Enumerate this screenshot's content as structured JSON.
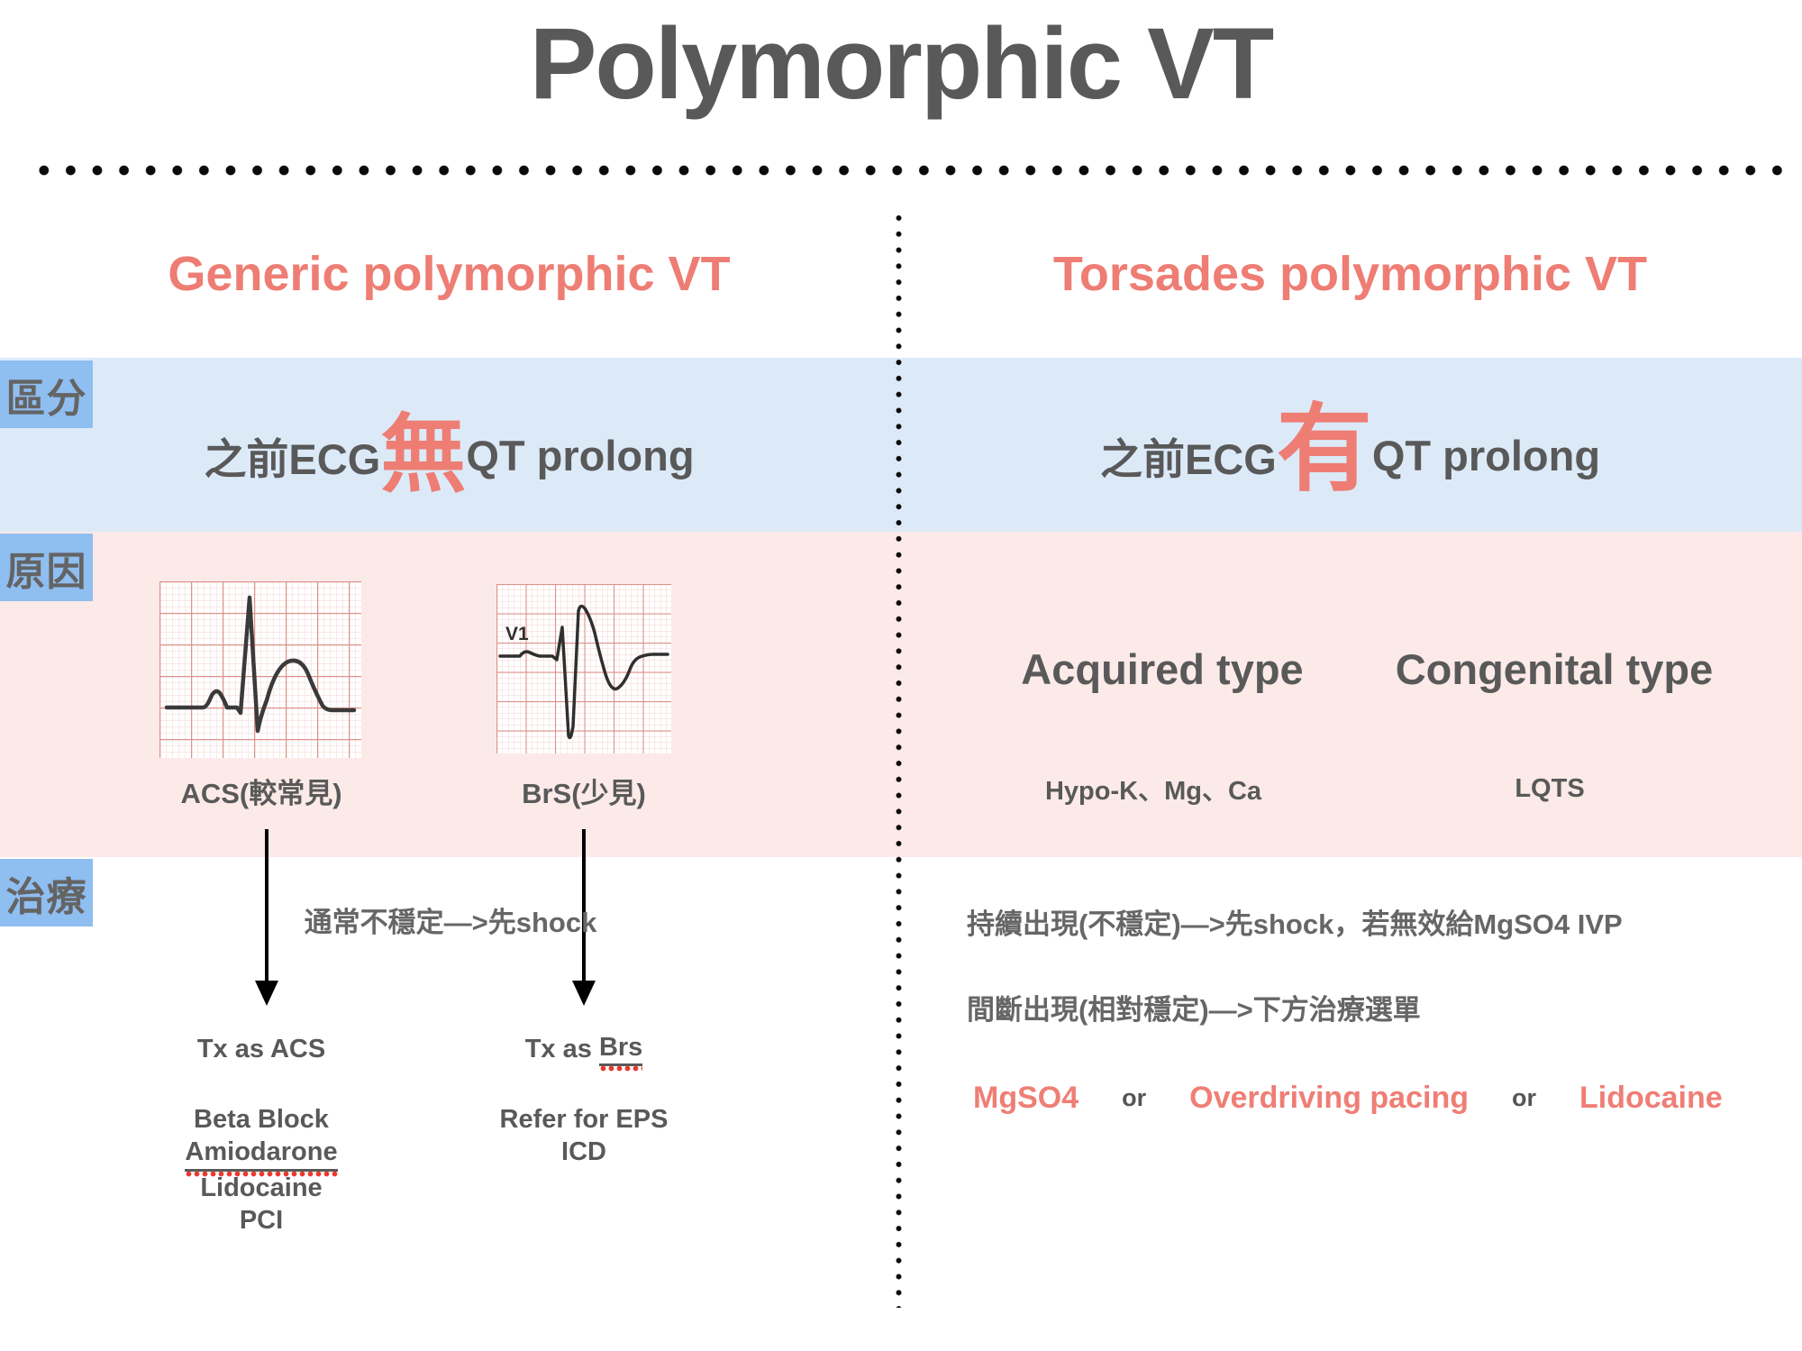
{
  "title": "Polymorphic VT",
  "row_labels": {
    "distinguish": "區分",
    "cause": "原因",
    "treatment": "治療"
  },
  "left": {
    "header": "Generic polymorphic VT",
    "qt": {
      "pre": "之前ECG",
      "big": "無",
      "post": "QT prolong"
    },
    "causes": [
      {
        "label": "ACS(較常見)"
      },
      {
        "label": "BrS(少見)",
        "lead": "V1"
      }
    ],
    "arrow_note": "通常不穩定—>先shock",
    "acs_title": "Tx as ACS",
    "acs_list": [
      "Beta Block",
      "Amiodarone",
      "Lidocaine",
      "PCI"
    ],
    "brs_title_pre": "Tx as ",
    "brs_underlined": "Brs",
    "brs_list": [
      "Refer for EPS",
      "ICD"
    ]
  },
  "right": {
    "header": "Torsades polymorphic VT",
    "qt": {
      "pre": "之前ECG",
      "big": "有",
      "post": "QT prolong"
    },
    "types": [
      {
        "name": "Acquired type",
        "detail": "Hypo-K、Mg、Ca"
      },
      {
        "name": "Congenital type",
        "detail": "LQTS"
      }
    ],
    "line1": "持續出現(不穩定)—>先shock，若無效給MgSO4 IVP",
    "line2": "間斷出現(相對穩定)—>下方治療選單",
    "options": {
      "opt1": "MgSO4",
      "or1": "or",
      "opt2": "Overdriving pacing",
      "or2": "or",
      "opt3": "Lidocaine"
    }
  },
  "colors": {
    "salmon": "#EE7D74",
    "dark_gray": "#595959",
    "band_blue": "#DCEAF8",
    "band_pink": "#FCEAE8",
    "label_chip_blue": "#8FBEF0",
    "dots_black": "#0B0B0B",
    "misspell_red": "#E8392E"
  }
}
